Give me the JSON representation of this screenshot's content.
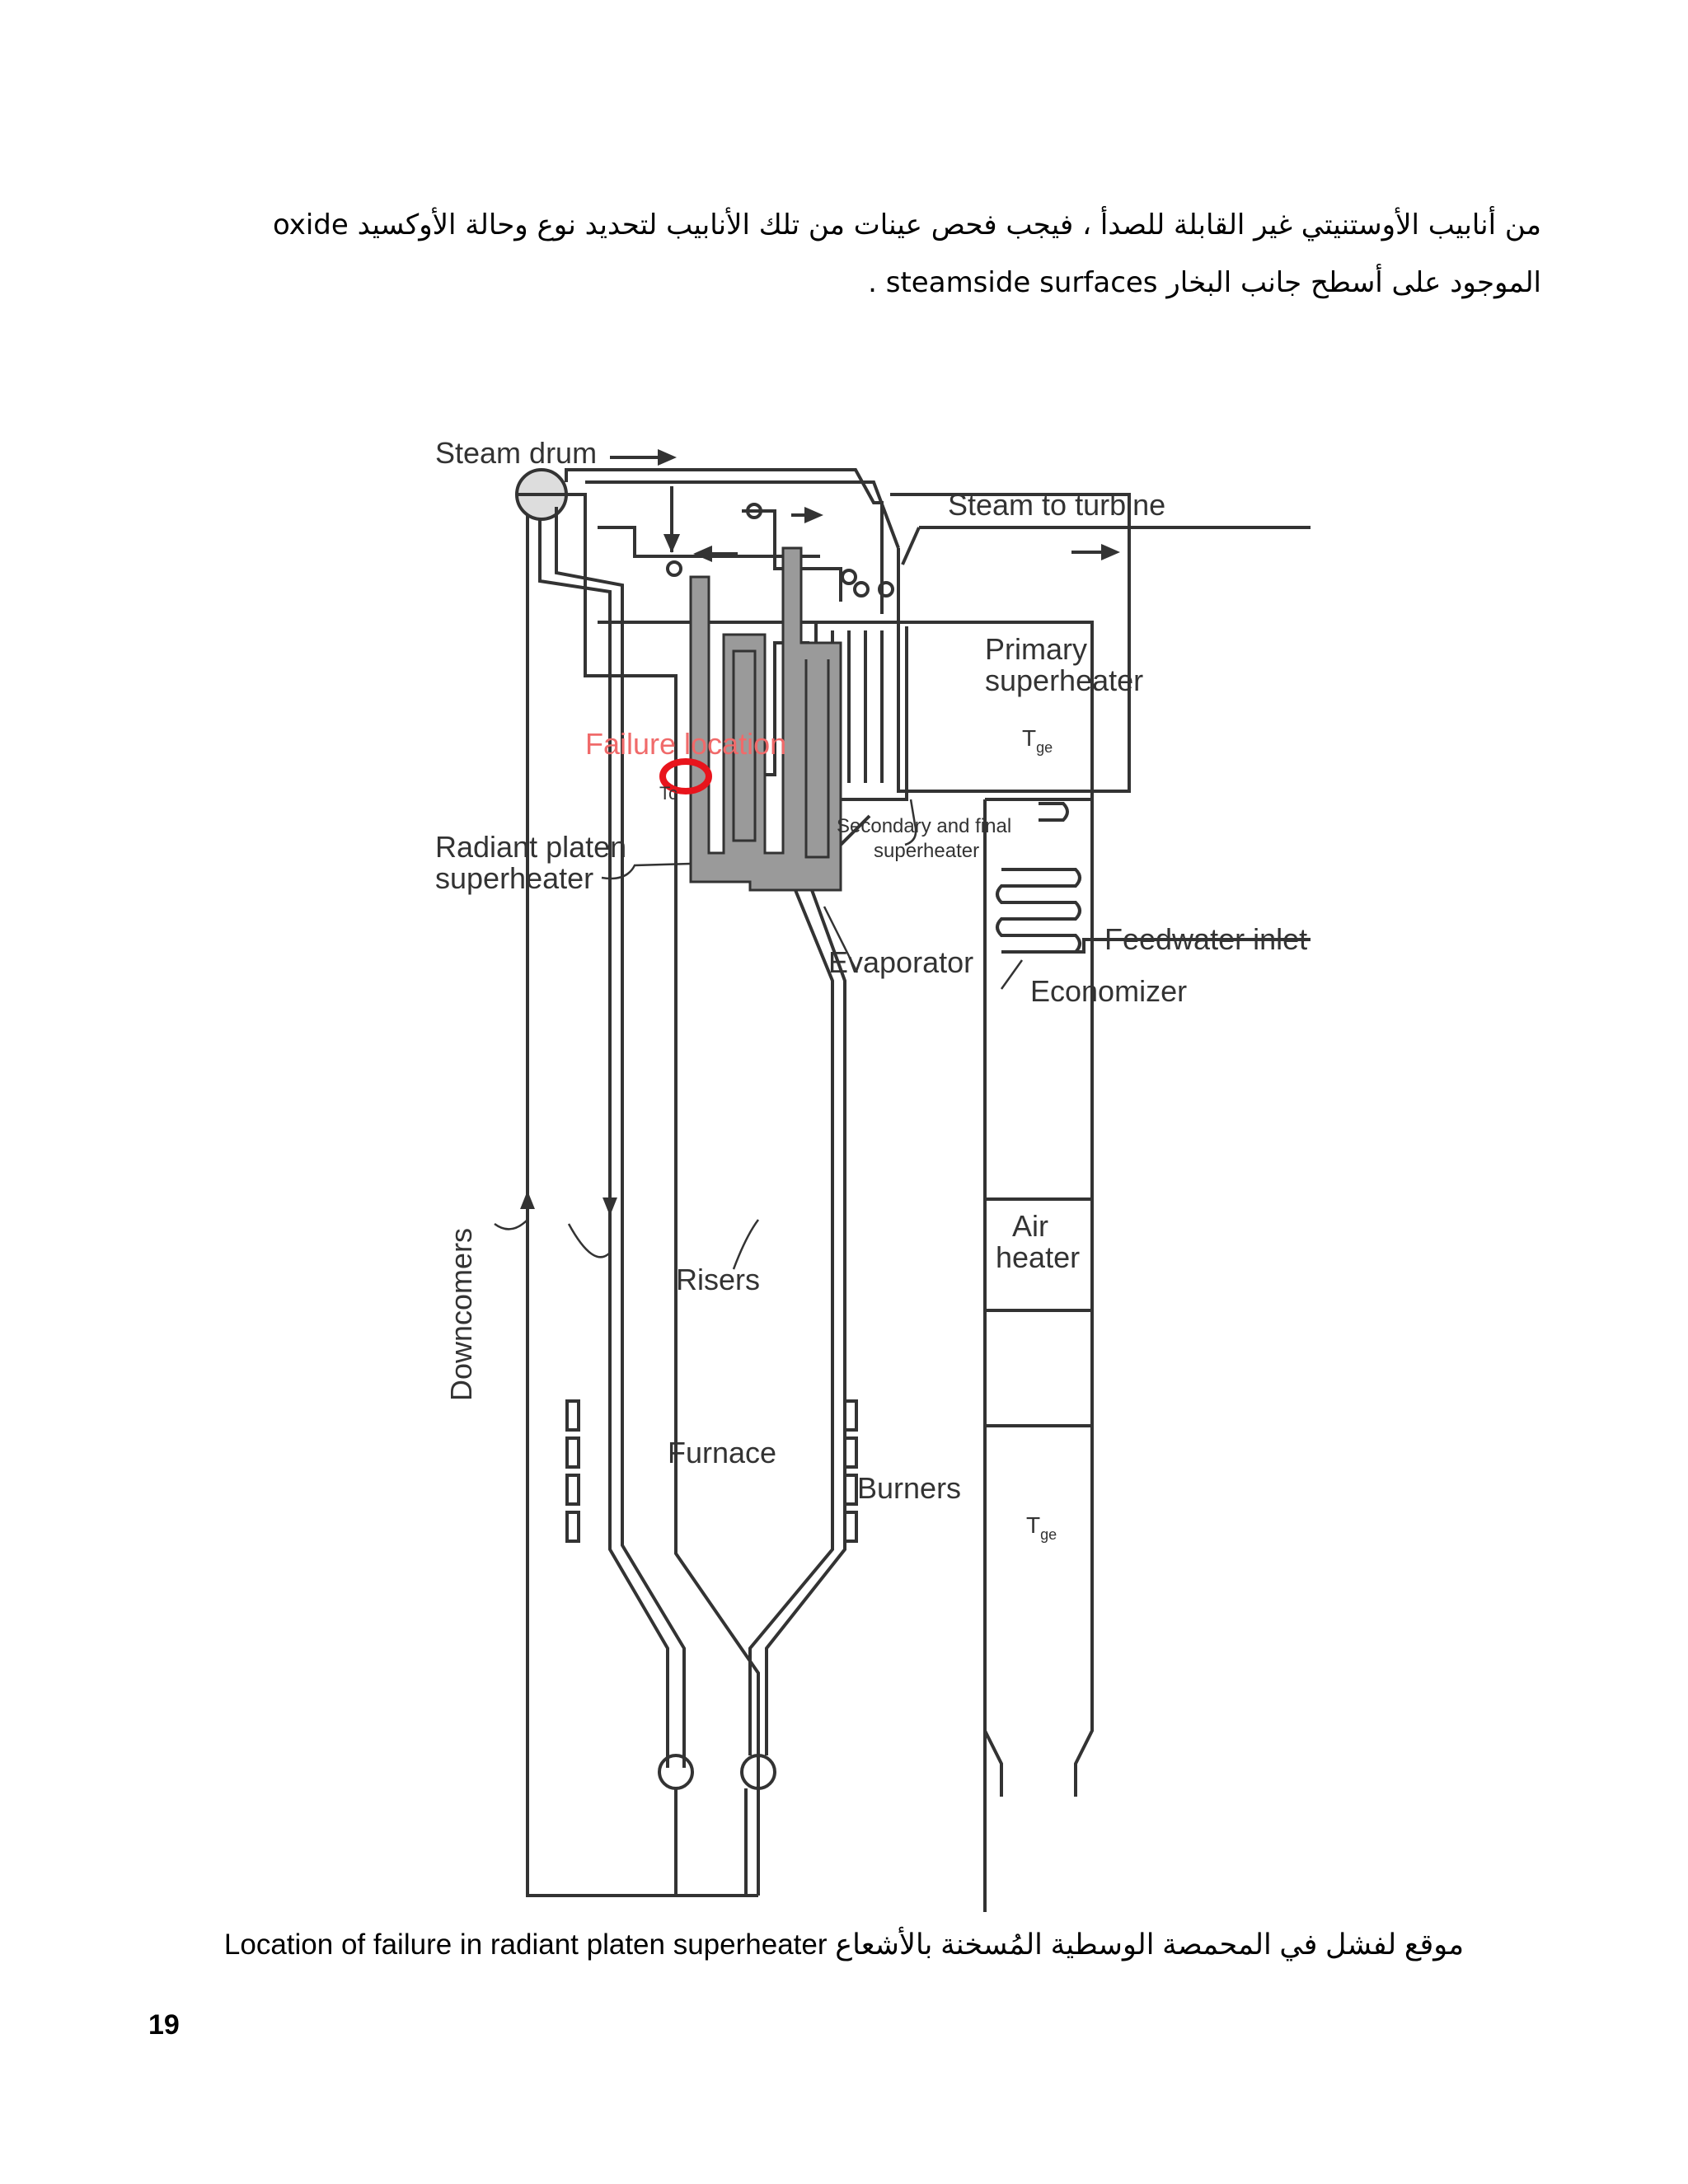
{
  "paragraph": {
    "line1_ar": "من أنابيب الأوستنيتي غير القابلة للصدأ ، فيجب فحص عينات من تلك الأنابيب لتحديد نوع وحالة الأوكسيد",
    "line1_en": "oxide",
    "line2_ar": "الموجود على أسطح جانب البخار",
    "line2_en": "steamside surfaces",
    "line2_end": "."
  },
  "diagram": {
    "labels": {
      "steam_drum": "Steam drum",
      "steam_to_turbine": "Steam to turbine",
      "primary_superheater_1": "Primary",
      "primary_superheater_2": "superheater",
      "tge": "T",
      "tge_sub": "ge",
      "failure_location": "Failure location",
      "tc": "Tc",
      "radiant_platen_1": "Radiant platen",
      "radiant_platen_2": "superheater",
      "secondary_1": "Secondary and final",
      "secondary_2": "superheater",
      "feedwater_inlet": "Feedwater inlet",
      "evaporator": "Evaporator",
      "economizer": "Economizer",
      "air_heater_1": "Air",
      "air_heater_2": "heater",
      "downcomers": "Downcomers",
      "risers": "Risers",
      "furnace": "Furnace",
      "burners": "Burners"
    },
    "colors": {
      "line": "#333333",
      "platen_fill": "#9a9a9a",
      "failure": "#e8141c",
      "failure_text": "#f06a6a"
    }
  },
  "caption": {
    "en": "Location of failure in radiant platen superheater",
    "ar": "موقع لفشل في المحمصة الوسطية المُسخنة بالأشعاع"
  },
  "page_number": "19"
}
